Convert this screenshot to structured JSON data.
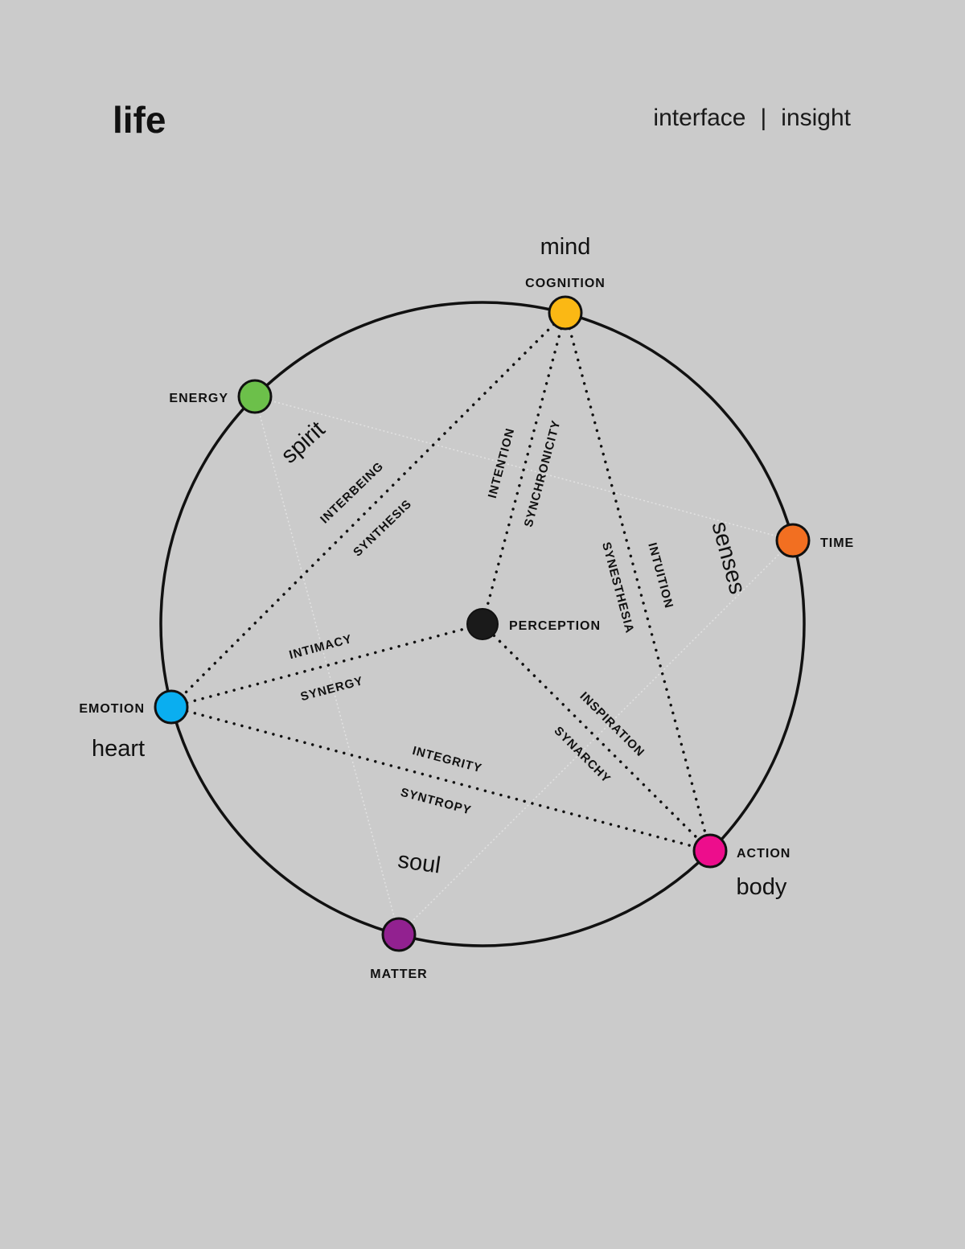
{
  "header": {
    "title": "life",
    "subtitle_left": "interface",
    "subtitle_separator": "|",
    "subtitle_right": "insight"
  },
  "nodes": {
    "cognition": {
      "label": "COGNITION",
      "color": "#fbb814"
    },
    "energy": {
      "label": "ENERGY",
      "color": "#6cc04a"
    },
    "time": {
      "label": "TIME",
      "color": "#f26f21"
    },
    "emotion": {
      "label": "EMOTION",
      "color": "#0aaef0"
    },
    "action": {
      "label": "ACTION",
      "color": "#ed0d8c"
    },
    "matter": {
      "label": "MATTER",
      "color": "#922190"
    },
    "perception": {
      "label": "PERCEPTION",
      "color": "#1a1a1a"
    }
  },
  "regions": {
    "mind": "mind",
    "spirit": "spirit",
    "senses": "senses",
    "heart": "heart",
    "soul": "soul",
    "body": "body"
  },
  "edges": {
    "interbeing": "INTERBEING",
    "synthesis": "SYNTHESIS",
    "intention": "INTENTION",
    "synchronicity": "SYNCHRONICITY",
    "synesthesia": "SYNESTHESIA",
    "intuition": "INTUITION",
    "intimacy": "INTIMACY",
    "synergy": "SYNERGY",
    "inspiration": "INSPIRATION",
    "synarchy": "SYNARCHY",
    "integrity": "INTEGRITY",
    "syntropy": "SYNTROPY"
  }
}
